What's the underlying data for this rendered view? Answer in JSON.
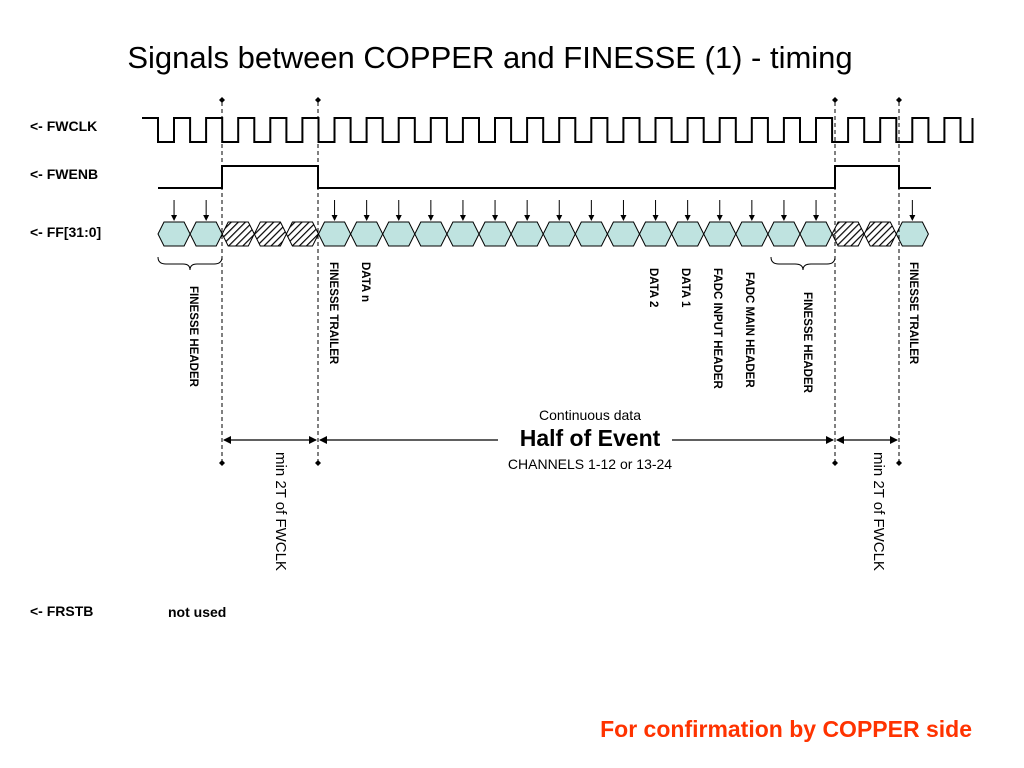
{
  "title": "Signals between COPPER and FINESSE (1) - timing",
  "signals": {
    "fwclk": "<- FWCLK",
    "fwenb": "<- FWENB",
    "ff": "<- FF[31:0]",
    "frstb": "<- FRSTB"
  },
  "frstb_note": "not used",
  "labels": {
    "finesse_header_left": "FINESSE HEADER",
    "finesse_trailer_1": "FINESSE TRAILER",
    "data_n": "DATA n",
    "data_2": "DATA 2",
    "data_1": "DATA 1",
    "fadc_input_header": "FADC INPUT HEADER",
    "fadc_main_header": "FADC MAIN HEADER",
    "finesse_header_right": "FINESSE HEADER",
    "finesse_trailer_2": "FINESSE TRAILER"
  },
  "continuous_data": "Continuous data",
  "half_of_event": "Half of Event",
  "channels": "CHANNELS 1-12 or 13-24",
  "min2t_left": "min 2T of FWCLK",
  "min2t_right": "min 2T of FWCLK",
  "confirmation": "For confirmation by COPPER side",
  "colors": {
    "cell_fill": "#bfe3e0",
    "confirmation": "#ff3300"
  }
}
